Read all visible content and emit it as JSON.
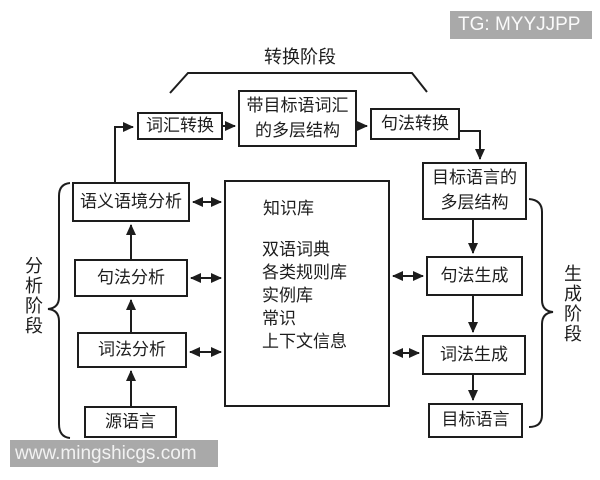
{
  "watermarks": {
    "tg_badge": "TG: MYYJJPP",
    "site": "www.mingshicgs.com"
  },
  "phases": {
    "transfer": "转换阶段",
    "analysis": "分析阶段",
    "generation": "生成阶段"
  },
  "boxes": {
    "lexical_transfer": "词汇转换",
    "target_vocab_multilayer": {
      "line1": "带目标语词汇",
      "line2": "的多层结构"
    },
    "syntactic_transfer": "句法转换",
    "target_lang_multilayer": {
      "line1": "目标语言的",
      "line2": "多层结构"
    },
    "semantic_context_analysis": "语义语境分析",
    "syntactic_analysis": "句法分析",
    "lexical_analysis": "词法分析",
    "source_language": "源语言",
    "knowledge_base": "知识库",
    "syntactic_generation": "句法生成",
    "lexical_generation": "词法生成",
    "target_language": "目标语言"
  },
  "knowledge_items": [
    "双语词典",
    "各类规则库",
    "实例库",
    "常识",
    "上下文信息"
  ],
  "colors": {
    "line": "#1d1d1d",
    "badge_bg": "#a9a9a9",
    "badge_text": "#fafafa",
    "background": "#ffffff"
  }
}
